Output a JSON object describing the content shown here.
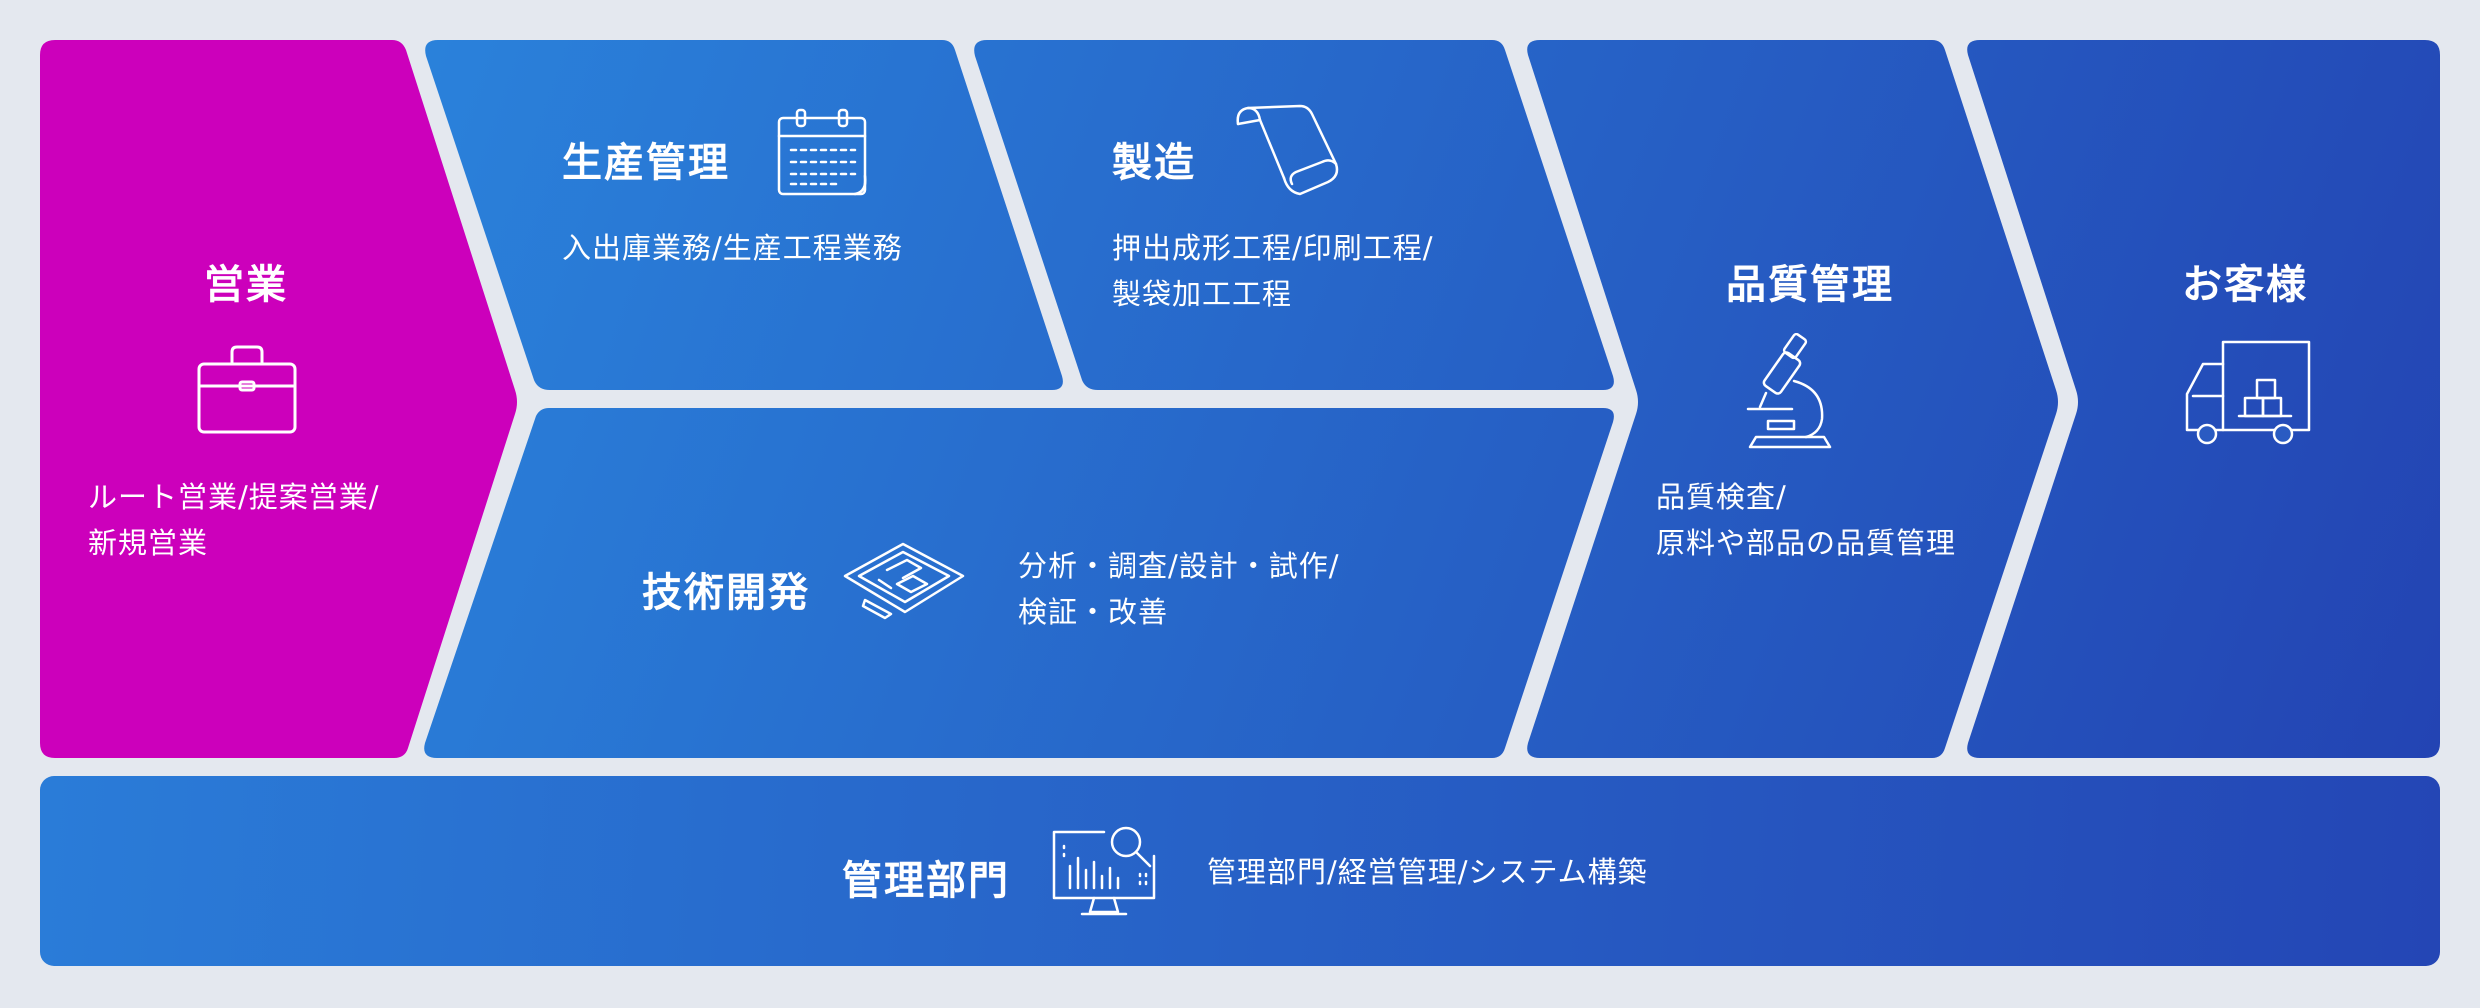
{
  "colors": {
    "background": "#e4e8ef",
    "sales": "#cc00bb",
    "blue_start": "#2a82db",
    "blue_end": "#2344b3",
    "text": "#ffffff"
  },
  "sales": {
    "title": "営業",
    "icon": "briefcase-icon",
    "desc_line1": "ルート営業/提案営業/",
    "desc_line2": "新規営業"
  },
  "production_mgmt": {
    "title": "生産管理",
    "icon": "calendar-icon",
    "desc_line1": "入出庫業務/生産工程業務"
  },
  "manufacturing": {
    "title": "製造",
    "icon": "scroll-icon",
    "desc_line1": "押出成形工程/印刷工程/",
    "desc_line2": "製袋加工工程"
  },
  "rnd": {
    "title": "技術開発",
    "icon": "blueprint-icon",
    "desc_line1": "分析・調査/設計・試作/",
    "desc_line2": "検証・改善"
  },
  "quality": {
    "title": "品質管理",
    "icon": "microscope-icon",
    "desc_line1": "品質検査/",
    "desc_line2": "原料や部品の品質管理"
  },
  "customer": {
    "title": "お客様",
    "icon": "delivery-truck-icon"
  },
  "management": {
    "title": "管理部門",
    "icon": "monitor-analytics-icon",
    "desc_line1": "管理部門/経営管理/システム構築"
  }
}
